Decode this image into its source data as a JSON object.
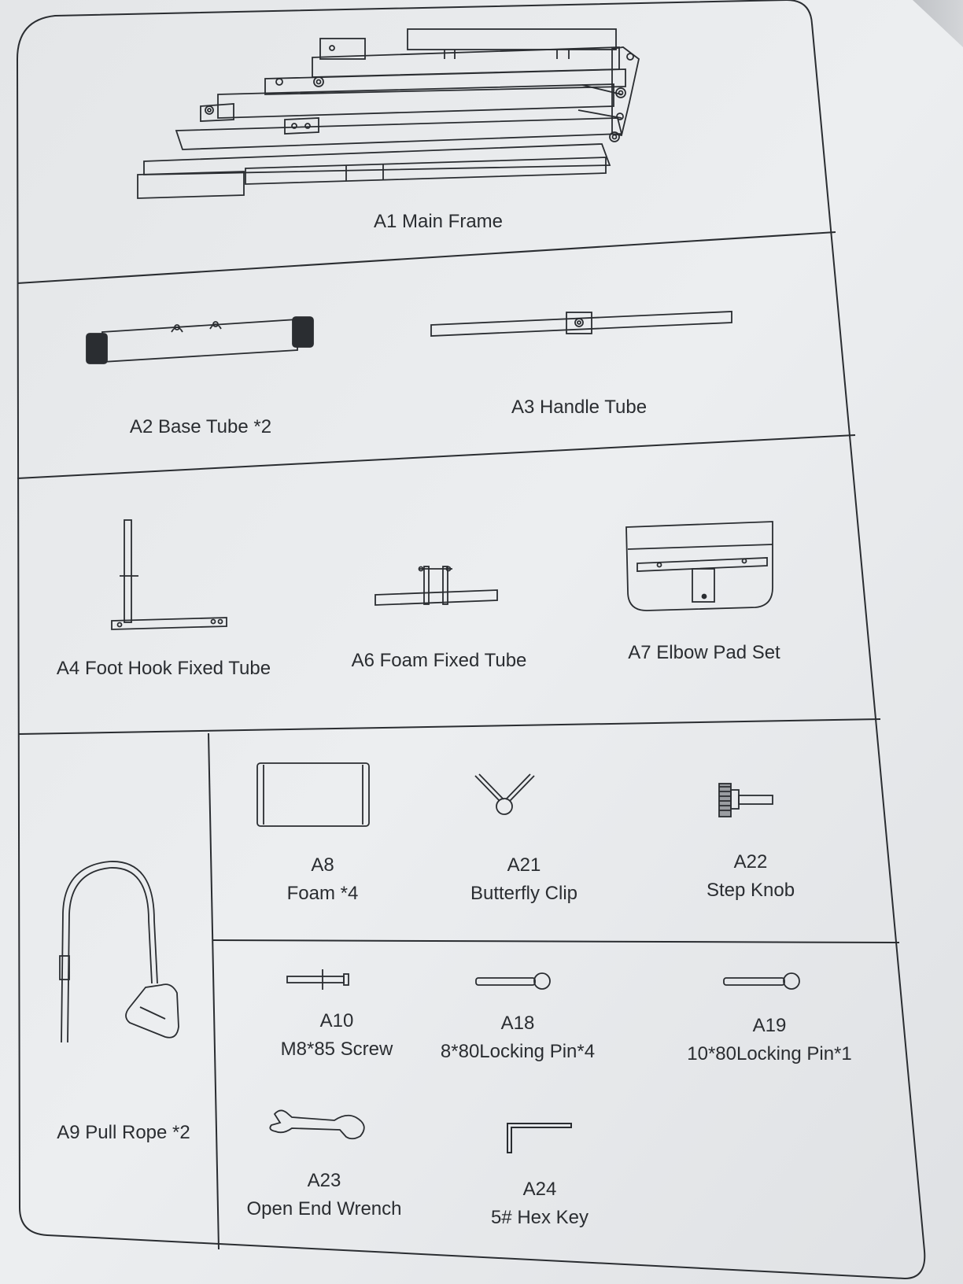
{
  "parts": {
    "a1": {
      "label": "A1 Main Frame",
      "icon": "main-frame-drawing"
    },
    "a2": {
      "label": "A2 Base Tube *2",
      "icon": "base-tube-drawing"
    },
    "a3": {
      "label": "A3  Handle Tube",
      "icon": "handle-tube-drawing"
    },
    "a4": {
      "label": "A4 Foot Hook Fixed Tube",
      "icon": "foot-hook-tube-drawing"
    },
    "a6": {
      "label": "A6 Foam Fixed Tube",
      "icon": "foam-fixed-tube-drawing"
    },
    "a7": {
      "label": "A7 Elbow Pad Set",
      "icon": "elbow-pad-drawing"
    },
    "a8": {
      "code": "A8",
      "name": "Foam *4",
      "icon": "foam-drawing"
    },
    "a21": {
      "code": "A21",
      "name": "Butterfly Clip",
      "icon": "butterfly-clip-drawing"
    },
    "a22": {
      "code": "A22",
      "name": "Step Knob",
      "icon": "step-knob-drawing"
    },
    "a9": {
      "label": "A9 Pull Rope *2",
      "icon": "pull-rope-drawing"
    },
    "a10": {
      "code": "A10",
      "name": "M8*85 Screw",
      "icon": "screw-drawing"
    },
    "a18": {
      "code": "A18",
      "name": "8*80Locking Pin*4",
      "icon": "locking-pin-drawing"
    },
    "a19": {
      "code": "A19",
      "name": "10*80Locking Pin*1",
      "icon": "locking-pin-drawing"
    },
    "a23": {
      "code": "A23",
      "name": "Open End Wrench",
      "icon": "wrench-drawing"
    },
    "a24": {
      "code": "A24",
      "name": "5# Hex Key",
      "icon": "hex-key-drawing"
    }
  },
  "colors": {
    "paper": "#e9ebed",
    "ink": "#2a2d31",
    "background": "#7d8085"
  }
}
